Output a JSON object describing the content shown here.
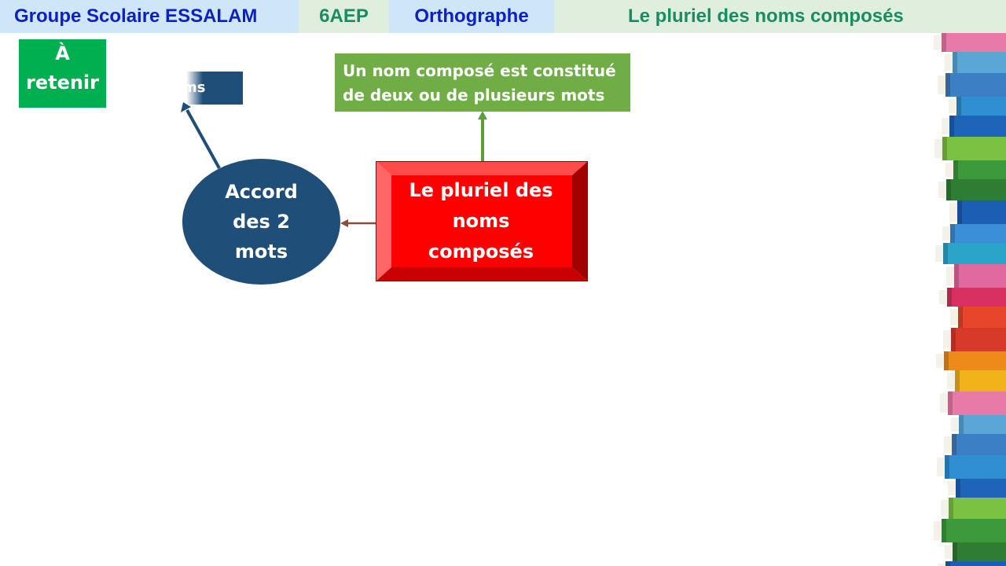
{
  "header": {
    "school": "Groupe Scolaire ESSALAM",
    "level": "6AEP",
    "subject": "Orthographe",
    "topic": "Le pluriel des noms composés"
  },
  "retenir": {
    "line1": "À",
    "line2": "retenir"
  },
  "ghost_box": {
    "text": "ms"
  },
  "definition": {
    "line1": "Un nom composé est constitué",
    "line2": "de deux ou de plusieurs mots"
  },
  "main_box": {
    "line1": "Le pluriel des",
    "line2": "noms",
    "line3": "composés"
  },
  "oval": {
    "line1": "Accord",
    "line2": "des 2",
    "line3": "mots"
  },
  "colors": {
    "header_blue_bg": "#cfe6f9",
    "header_green_bg": "#dfeedd",
    "header_blue_text": "#0d20c4",
    "header_green_text": "#1a8c64",
    "retenir_green": "#00b050",
    "definition_green": "#70ad47",
    "main_red": "#ff0000",
    "oval_navy": "#1f4e79"
  },
  "icons": {
    "decoration": "book-stack-icon"
  }
}
